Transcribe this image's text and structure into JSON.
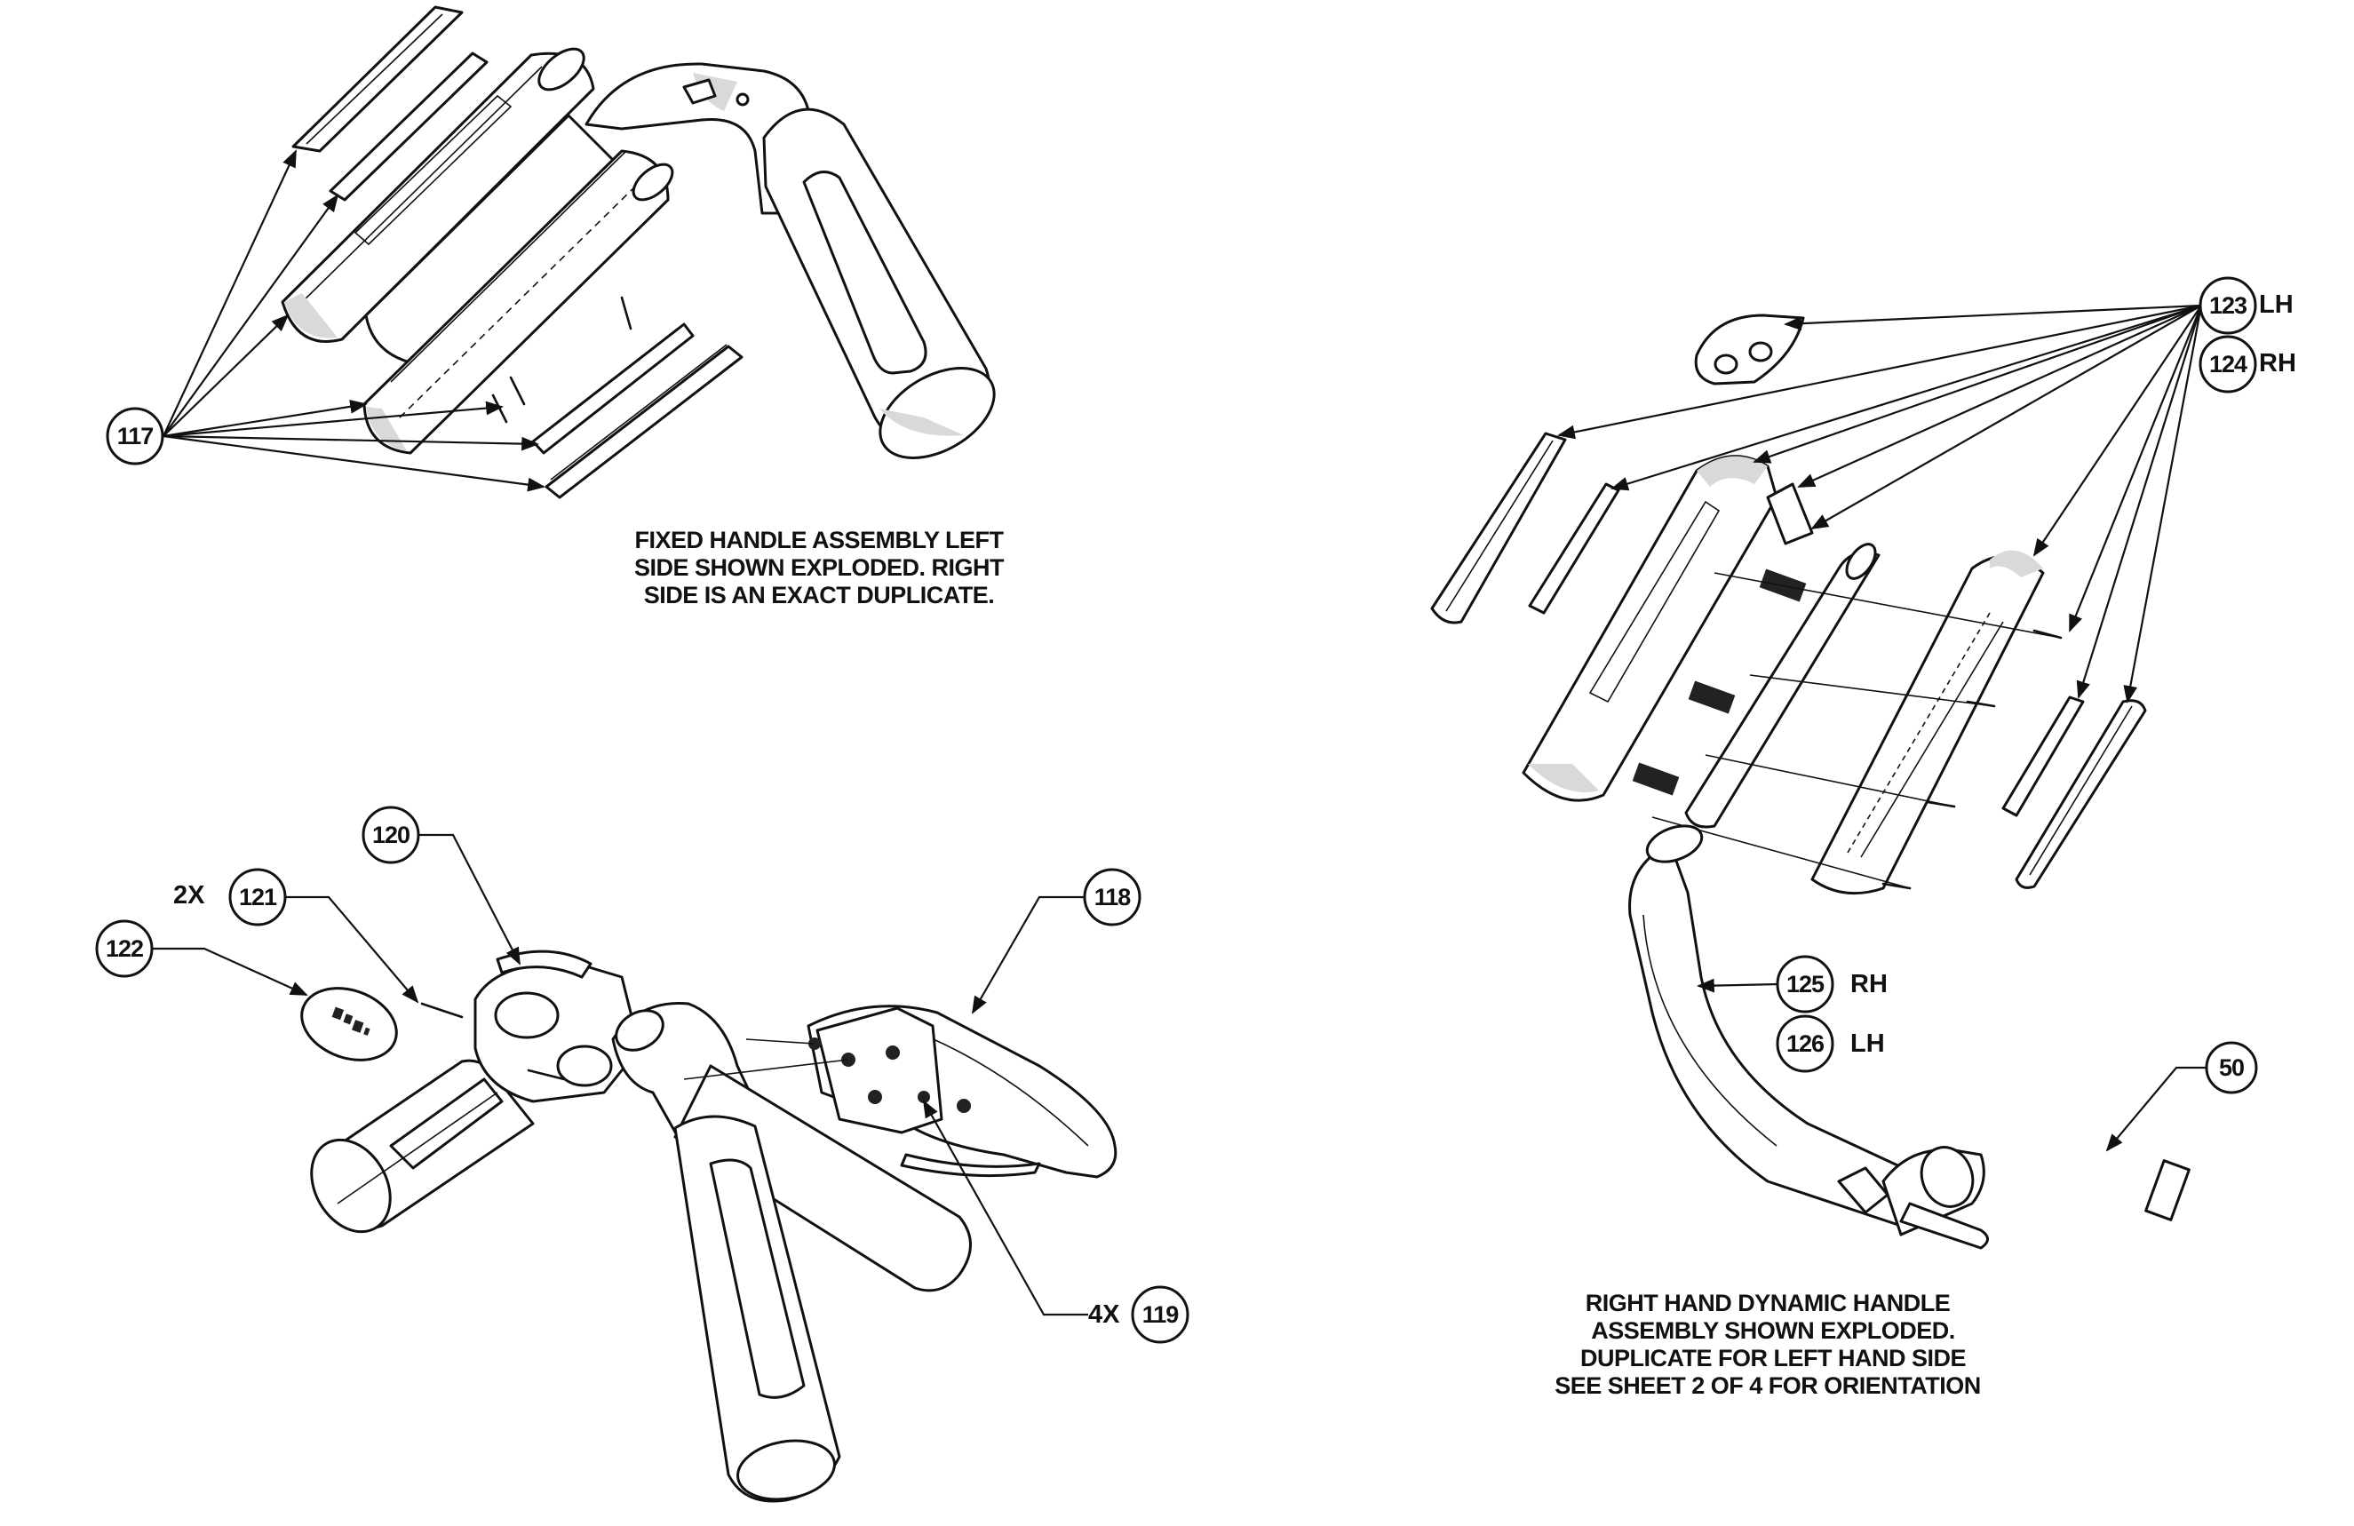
{
  "balloons": {
    "b117": "117",
    "b118": "118",
    "b119": "119",
    "b120": "120",
    "b121": "121",
    "b122": "122",
    "b123": "123",
    "b124": "124",
    "b125": "125",
    "b126": "126",
    "b50": "50"
  },
  "labels": {
    "qty_121": "2X",
    "qty_119": "4X",
    "side_123": "LH",
    "side_124": "RH",
    "side_125": "RH",
    "side_126": "LH"
  },
  "notes": {
    "fixed_handle": [
      "FIXED HANDLE ASSEMBLY LEFT",
      "SIDE SHOWN EXPLODED. RIGHT",
      "SIDE IS AN EXACT DUPLICATE."
    ],
    "dynamic_handle": [
      "RIGHT HAND DYNAMIC HANDLE",
      "ASSEMBLY SHOWN EXPLODED.",
      "DUPLICATE FOR LEFT HAND SIDE",
      "SEE SHEET 2 OF 4 FOR ORIENTATION"
    ]
  }
}
